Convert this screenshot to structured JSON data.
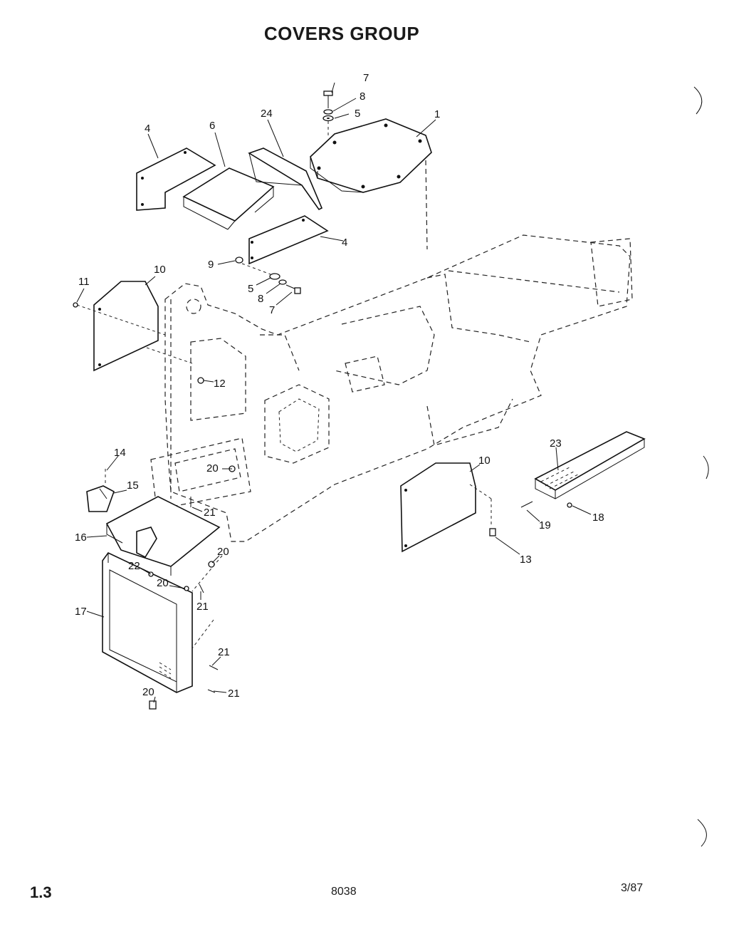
{
  "header": {
    "title": "COVERS GROUP"
  },
  "footer": {
    "section": "1.3",
    "doc_number": "8038",
    "date": "3/87"
  },
  "callouts": {
    "c1": "1",
    "c4a": "4",
    "c4b": "4",
    "c5a": "5",
    "c5b": "5",
    "c6": "6",
    "c7a": "7",
    "c7b": "7",
    "c8a": "8",
    "c8b": "8",
    "c9": "9",
    "c10a": "10",
    "c10b": "10",
    "c11": "11",
    "c12": "12",
    "c13": "13",
    "c14": "14",
    "c15": "15",
    "c16": "16",
    "c17": "17",
    "c18": "18",
    "c19": "19",
    "c20a": "20",
    "c20b": "20",
    "c20c": "20",
    "c20d": "20",
    "c21a": "21",
    "c21b": "21",
    "c21c": "21",
    "c21d": "21",
    "c22": "22",
    "c23": "23",
    "c24": "24"
  }
}
